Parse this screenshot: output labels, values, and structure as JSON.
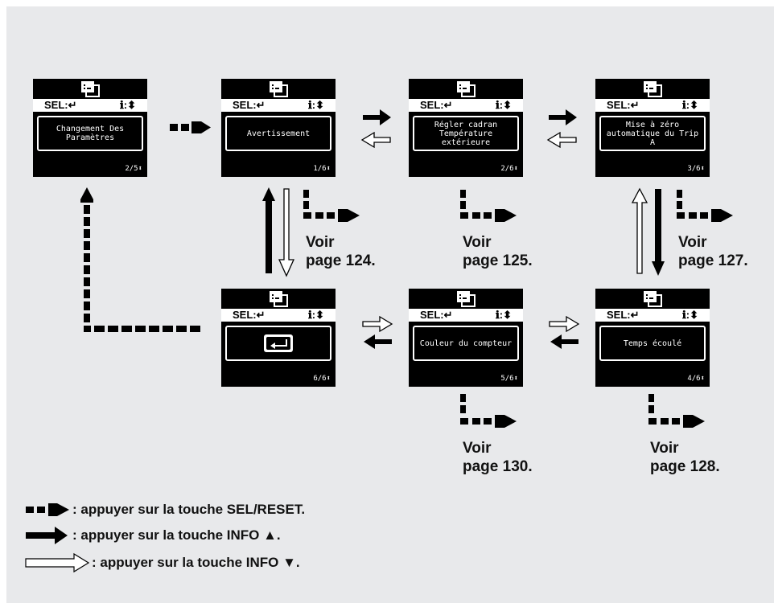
{
  "screen_header": {
    "sel": "SEL:↵",
    "info": "ℹ:⬍"
  },
  "screens": {
    "s1": {
      "text": "Changement Des Paramètres",
      "page": "2/5⬍"
    },
    "s2": {
      "text": "Avertissement",
      "page": "1/6⬍"
    },
    "s3": {
      "text": "Régler cadran Température extérieure",
      "page": "2/6⬍"
    },
    "s4": {
      "text": "Mise à zéro automatique du Trip A",
      "page": "3/6⬍"
    },
    "s5": {
      "text": "",
      "page": "6/6⬍"
    },
    "s6": {
      "text": "Couleur du compteur",
      "page": "5/6⬍"
    },
    "s7": {
      "text": "Temps écoulé",
      "page": "4/6⬍"
    }
  },
  "refs": {
    "r124": {
      "voir": "Voir",
      "page": "page 124."
    },
    "r125": {
      "voir": "Voir",
      "page": "page 125."
    },
    "r127": {
      "voir": "Voir",
      "page": "page 127."
    },
    "r130": {
      "voir": "Voir",
      "page": "page 130."
    },
    "r128": {
      "voir": "Voir",
      "page": "page 128."
    }
  },
  "legend": {
    "sel": ": appuyer sur la touche SEL/RESET.",
    "info_up": ": appuyer sur la touche INFO ▲.",
    "info_down": ": appuyer sur la touche INFO ▼."
  }
}
